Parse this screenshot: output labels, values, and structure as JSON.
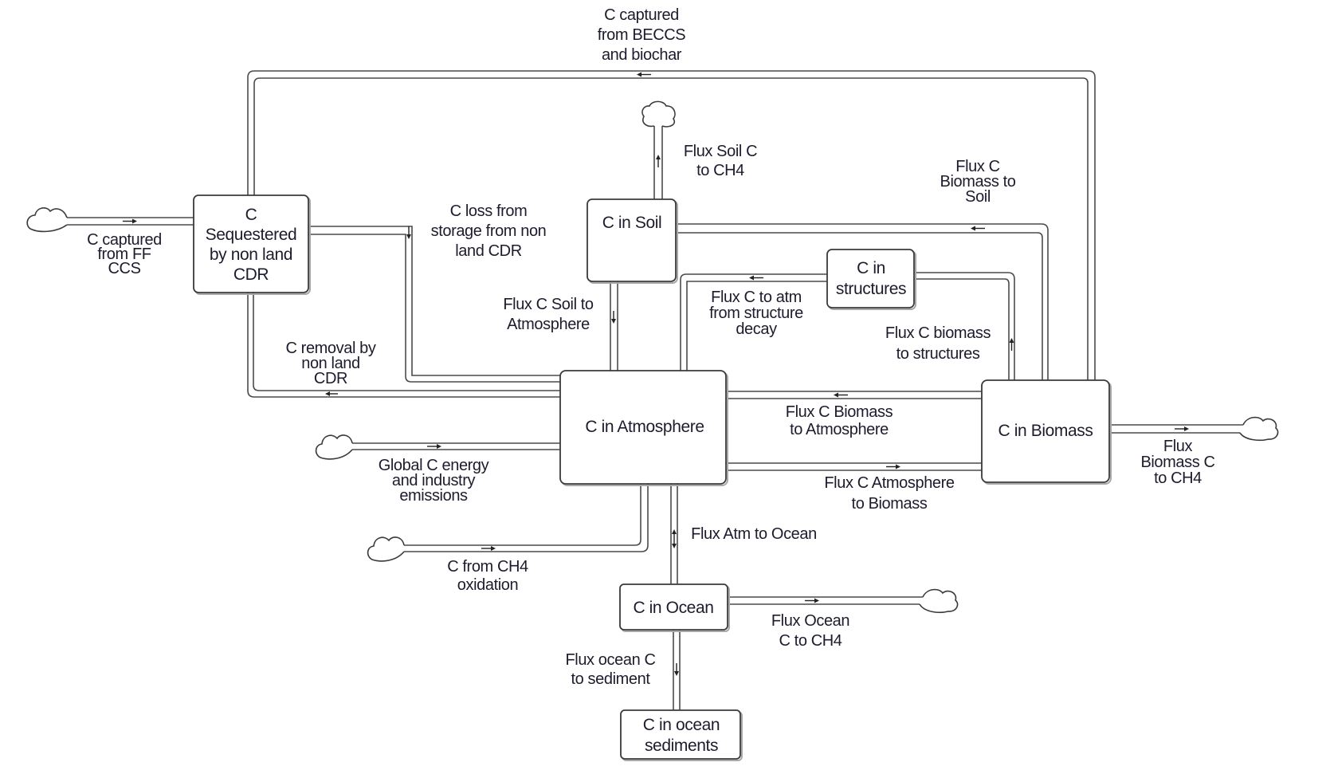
{
  "diagram": {
    "type": "stock-and-flow",
    "stocks": {
      "sequestered": {
        "label": [
          "C",
          "Sequestered",
          "by non land",
          "CDR"
        ]
      },
      "soil": {
        "label": [
          "C in Soil"
        ]
      },
      "structures": {
        "label": [
          "C in",
          "structures"
        ]
      },
      "atmosphere": {
        "label": [
          "C in Atmosphere"
        ]
      },
      "biomass": {
        "label": [
          "C in Biomass"
        ]
      },
      "ocean": {
        "label": [
          "C in Ocean"
        ]
      },
      "sediments": {
        "label": [
          "C in ocean",
          "sediments"
        ]
      }
    },
    "flows": {
      "ff_ccs": {
        "label": [
          "C captured",
          "from FF",
          "CCS"
        ],
        "from": "cloud",
        "to": "sequestered"
      },
      "beccs": {
        "label": [
          "C captured",
          "from BECCS",
          "and biochar"
        ],
        "from": "biomass",
        "to": "sequestered"
      },
      "loss": {
        "label": [
          "C loss from",
          "storage from non",
          "land CDR"
        ],
        "from": "sequestered",
        "to": "atmosphere"
      },
      "removal": {
        "label": [
          "C removal by",
          "non land",
          "CDR"
        ],
        "from": "atmosphere",
        "to": "sequestered"
      },
      "energy": {
        "label": [
          "Global C energy",
          "and industry",
          "emissions"
        ],
        "from": "cloud",
        "to": "atmosphere"
      },
      "ch4_oxidation": {
        "label": [
          "C from CH4",
          "oxidation"
        ],
        "from": "cloud",
        "to": "atmosphere"
      },
      "atm_ocean": {
        "label": [
          "Flux Atm to Ocean"
        ],
        "from": "atmosphere",
        "to": "ocean"
      },
      "ocean_ch4": {
        "label": [
          "Flux Ocean",
          "C to CH4"
        ],
        "from": "ocean",
        "to": "cloud"
      },
      "ocean_sediment": {
        "label": [
          "Flux ocean C",
          "to sediment"
        ],
        "from": "ocean",
        "to": "sediments"
      },
      "soil_ch4": {
        "label": [
          "Flux Soil C",
          "to CH4"
        ],
        "from": "soil",
        "to": "cloud"
      },
      "soil_atm": {
        "label": [
          "Flux C Soil to",
          "Atmosphere"
        ],
        "from": "soil",
        "to": "atmosphere"
      },
      "biomass_soil": {
        "label": [
          "Flux C",
          "Biomass to",
          "Soil"
        ],
        "from": "biomass",
        "to": "soil"
      },
      "structure_decay": {
        "label": [
          "Flux C to atm",
          "from structure",
          "decay"
        ],
        "from": "structures",
        "to": "atmosphere"
      },
      "biomass_structures": {
        "label": [
          "Flux C biomass",
          "to structures"
        ],
        "from": "biomass",
        "to": "structures"
      },
      "biomass_atm": {
        "label": [
          "Flux C Biomass",
          "to Atmosphere"
        ],
        "from": "biomass",
        "to": "atmosphere"
      },
      "atm_biomass": {
        "label": [
          "Flux C Atmosphere",
          "to Biomass"
        ],
        "from": "atmosphere",
        "to": "biomass"
      },
      "biomass_ch4": {
        "label": [
          "Flux",
          "Biomass C",
          "to CH4"
        ],
        "from": "biomass",
        "to": "cloud"
      }
    }
  }
}
